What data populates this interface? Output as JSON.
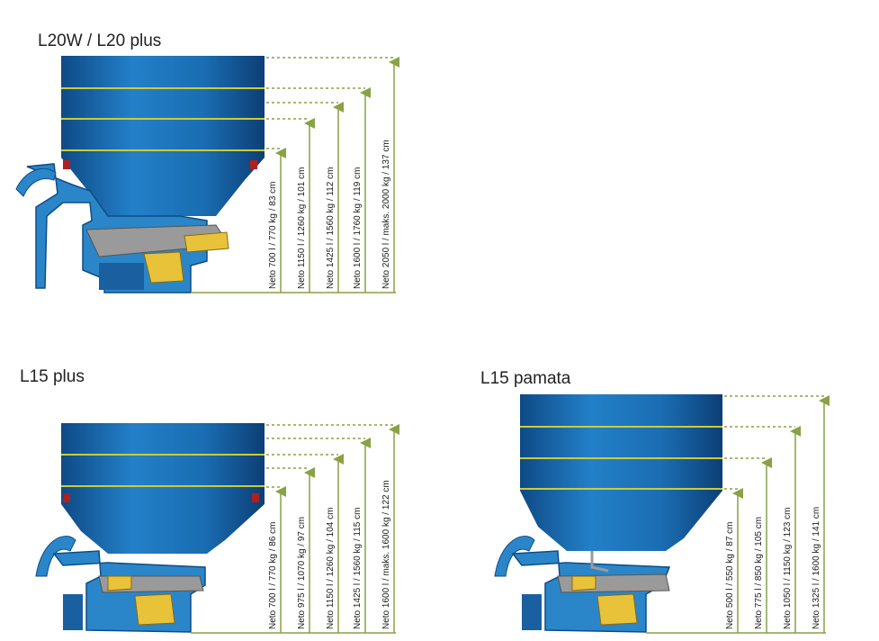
{
  "colors": {
    "hopper_blue": "#1f74b8",
    "hopper_dark": "#0f4c86",
    "level_line": "#c8cc3c",
    "dim_green": "#8aa145",
    "frame_blue": "#2a86c8",
    "yellow_part": "#e8c33a"
  },
  "sections": [
    {
      "title": "L20W / L20 plus",
      "labels": [
        "Neto 700 l / 770 kg / 83 cm",
        "Neto 1150 l / 1260 kg / 101 cm",
        "Neto 1425 l / 1560 kg / 112 cm",
        "Neto 1600 l / 1760 kg / 119 cm",
        "Neto 2050 l / maks. 2000 kg / 137 cm"
      ]
    },
    {
      "title": "L15 plus",
      "labels": [
        "Neto 700 l / 770 kg / 86 cm",
        "Neto 975 l / 1070 kg / 97 cm",
        "Neto 1150 l / 1260 kg / 104 cm",
        "Neto 1425 l / 1560 kg / 115 cm",
        "Neto 1600 l / maks. 1600 kg / 122 cm"
      ]
    },
    {
      "title": "L15 pamata",
      "labels": [
        "Neto 500 l / 550 kg / 87 cm",
        "Neto 775 l / 850 kg / 105 cm",
        "Neto 1050 l / 1150 kg / 123 cm",
        "Neto 1325 l / 1600 kg / 141 cm"
      ]
    }
  ]
}
